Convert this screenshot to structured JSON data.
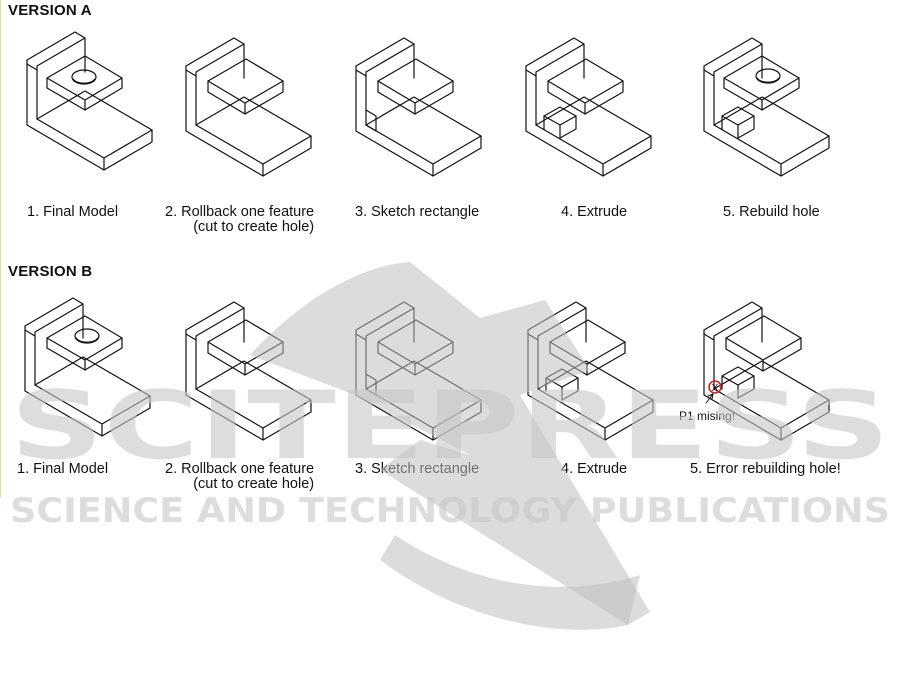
{
  "versions": [
    {
      "title": "VERSION A",
      "steps": [
        {
          "label": "1. Final Model"
        },
        {
          "label": "2. Rollback one feature",
          "sublabel": "(cut to create hole)"
        },
        {
          "label": "3. Sketch rectangle"
        },
        {
          "label": "4. Extrude"
        },
        {
          "label": "5. Rebuild hole"
        }
      ]
    },
    {
      "title": "VERSION B",
      "steps": [
        {
          "label": "1. Final Model"
        },
        {
          "label": "2. Rollback one feature",
          "sublabel": "(cut to create hole)"
        },
        {
          "label": "3. Sketch rectangle"
        },
        {
          "label": "4. Extrude"
        },
        {
          "label": "5. Error rebuilding hole!"
        }
      ],
      "error_annotation": {
        "marker": "X",
        "text": "P1 mising!",
        "color": "#d62020"
      }
    }
  ],
  "watermark": {
    "main": "SCITEPRESS",
    "sub": "SCIENCE AND TECHNOLOGY PUBLICATIONS",
    "color": "#c0c0c0"
  }
}
